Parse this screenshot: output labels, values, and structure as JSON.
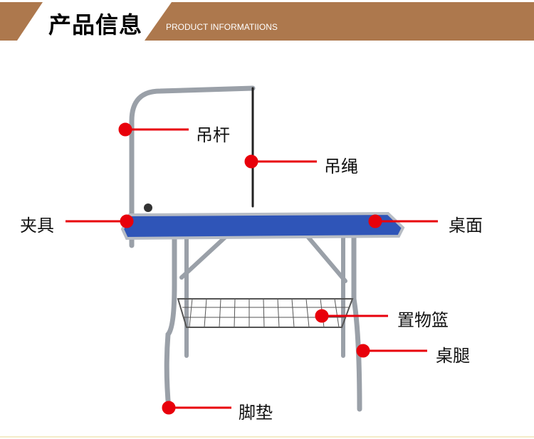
{
  "header": {
    "title": "产品信息",
    "subtitle": "PRODUCT INFORMATIIONS",
    "band_color": "#ad784d"
  },
  "labels": {
    "hanging_pole": "吊杆",
    "hanging_rope": "吊绳",
    "clamp": "夹具",
    "table_top": "桌面",
    "storage_basket": "置物篮",
    "table_leg": "桌腿",
    "foot_pad": "脚垫"
  },
  "colors": {
    "callout": "#e8000b",
    "table_top": "#2f55b8"
  }
}
